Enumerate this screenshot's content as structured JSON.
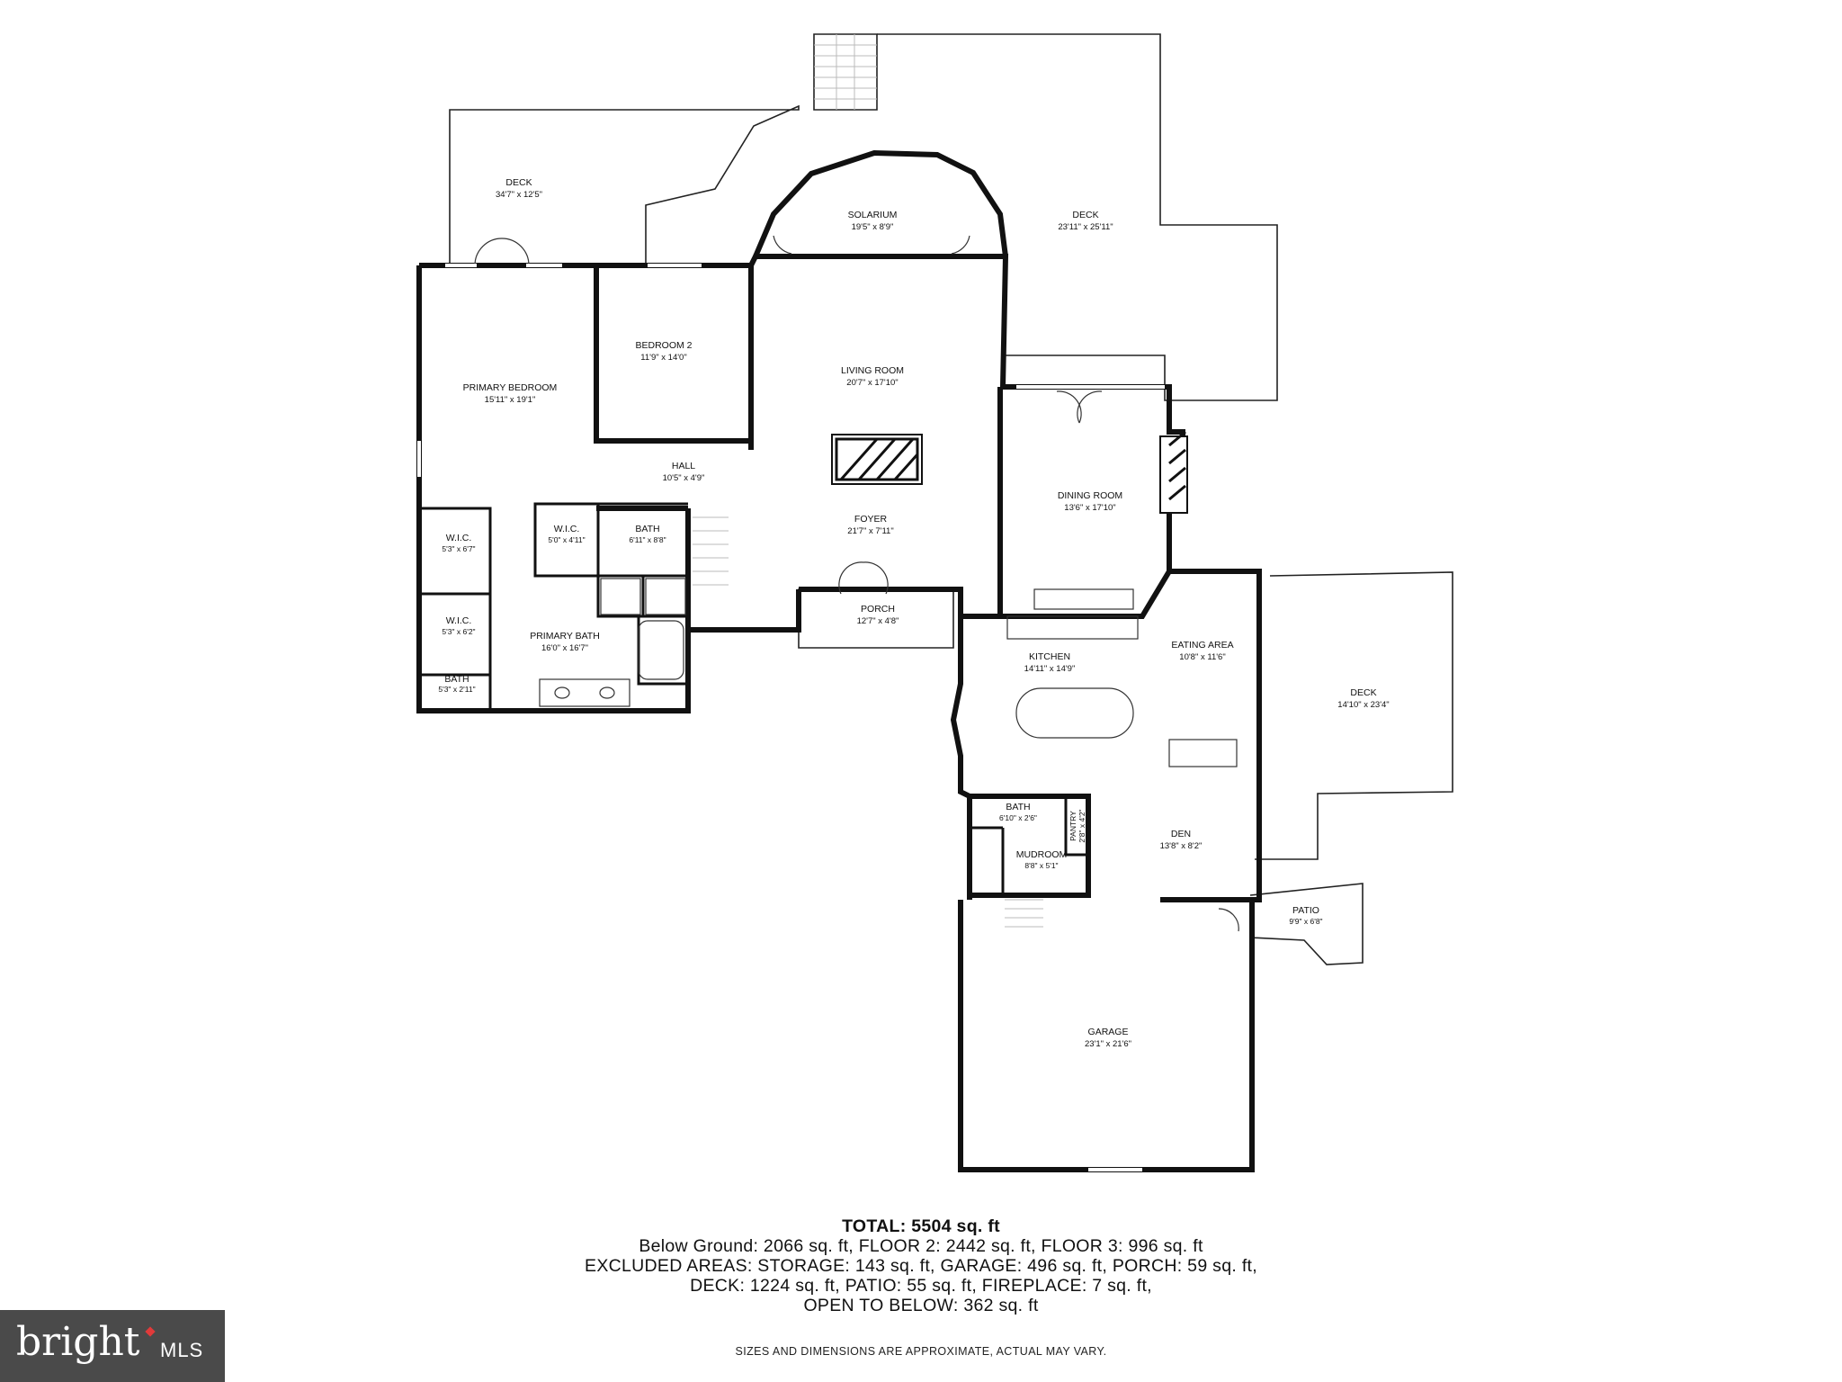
{
  "rooms": {
    "deck_nw": {
      "name": "DECK",
      "dims": "34'7\" x 12'5\""
    },
    "solarium": {
      "name": "SOLARIUM",
      "dims": "19'5\" x 8'9\""
    },
    "deck_ne": {
      "name": "DECK",
      "dims": "23'11\" x 25'11\""
    },
    "bedroom2": {
      "name": "BEDROOM 2",
      "dims": "11'9\" x 14'0\""
    },
    "living": {
      "name": "LIVING ROOM",
      "dims": "20'7\" x 17'10\""
    },
    "primary_bed": {
      "name": "PRIMARY BEDROOM",
      "dims": "15'11\" x 19'1\""
    },
    "hall": {
      "name": "HALL",
      "dims": "10'5\" x 4'9\""
    },
    "dining": {
      "name": "DINING ROOM",
      "dims": "13'6\" x 17'10\""
    },
    "foyer": {
      "name": "FOYER",
      "dims": "21'7\" x 7'11\""
    },
    "wic1": {
      "name": "W.I.C.",
      "dims": "5'3\" x 6'7\""
    },
    "wic_small": {
      "name": "W.I.C.",
      "dims": "5'0\" x 4'11\""
    },
    "bath_a": {
      "name": "BATH",
      "dims": "6'11\" x 8'8\""
    },
    "porch": {
      "name": "PORCH",
      "dims": "12'7\" x 4'8\""
    },
    "wic2": {
      "name": "W.I.C.",
      "dims": "5'3\" x 6'2\""
    },
    "primary_bath": {
      "name": "PRIMARY BATH",
      "dims": "16'0\" x 16'7\""
    },
    "bath_b": {
      "name": "BATH",
      "dims": "5'3\" x 2'11\""
    },
    "kitchen": {
      "name": "KITCHEN",
      "dims": "14'11\" x 14'9\""
    },
    "eating": {
      "name": "EATING AREA",
      "dims": "10'8\" x 11'6\""
    },
    "deck_e": {
      "name": "DECK",
      "dims": "14'10\" x 23'4\""
    },
    "bath_c": {
      "name": "BATH",
      "dims": "6'10\" x 2'6\""
    },
    "pantry": {
      "name": "PANTRY",
      "dims": "2'8\" x 4'2\""
    },
    "mudroom": {
      "name": "MUDROOM",
      "dims": "8'8\" x 5'1\""
    },
    "den": {
      "name": "DEN",
      "dims": "13'8\" x 8'2\""
    },
    "patio": {
      "name": "PATIO",
      "dims": "9'9\" x 6'8\""
    },
    "garage": {
      "name": "GARAGE",
      "dims": "23'1\" x 21'6\""
    }
  },
  "summary": {
    "total": "TOTAL: 5504 sq. ft",
    "line1": "Below Ground: 2066 sq. ft, FLOOR 2: 2442 sq. ft, FLOOR 3: 996 sq. ft",
    "line2": "EXCLUDED AREAS: STORAGE: 143 sq. ft, GARAGE: 496 sq. ft, PORCH: 59 sq. ft,",
    "line3": "DECK: 1224 sq. ft, PATIO: 55 sq. ft, FIREPLACE: 7 sq. ft,",
    "line4": "OPEN TO BELOW: 362 sq. ft"
  },
  "disclaimer": "SIZES AND DIMENSIONS ARE APPROXIMATE, ACTUAL MAY VARY.",
  "logo": {
    "wordmark": "bright",
    "suffix": "MLS",
    "background": "#4a4a4a",
    "accent": "#e03a3a"
  }
}
